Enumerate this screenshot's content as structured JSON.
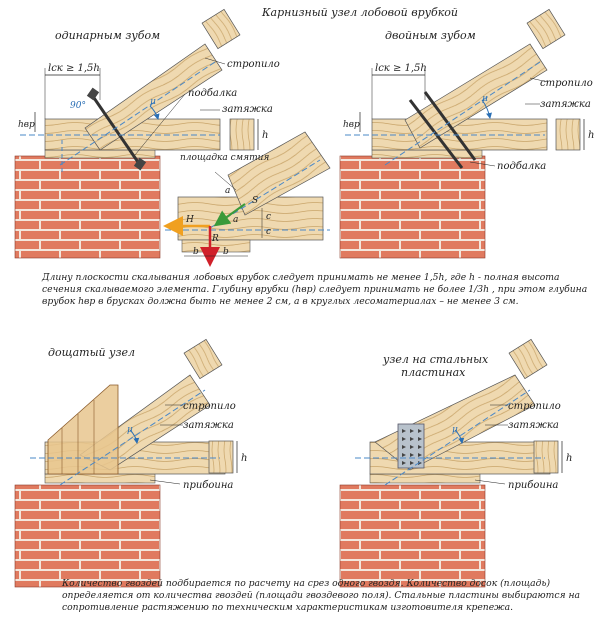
{
  "title": "Карнизный узел лобовой врубкой",
  "panels": {
    "single": {
      "title": "одинарным зубом",
      "dim_length": "lск ≥ 1,5h",
      "angle_90": "90°",
      "h_vr": "hвр",
      "h": "h",
      "mu": "μ",
      "rafter": "стропило",
      "sub_beam": "подбалка",
      "tie": "затяжка"
    },
    "detail": {
      "crush_area": "площадка смятия",
      "a1": "a",
      "a2": "a",
      "S": "S",
      "H": "H",
      "R": "R",
      "c1": "c",
      "c2": "c",
      "b1": "b",
      "b2": "b"
    },
    "double": {
      "title": "двойным зубом",
      "dim_length": "lск ≥ 1,5h",
      "h_vr": "hвр",
      "h": "h",
      "mu": "μ",
      "rafter": "стропило",
      "tie": "затяжка",
      "sub_beam": "подбалка"
    },
    "board": {
      "title": "дощатый узел",
      "rafter": "стропило",
      "tie": "затяжка",
      "mu": "μ",
      "h": "h",
      "pad": "прибоина"
    },
    "steel": {
      "title_line1": "узел на стальных",
      "title_line2": "пластинах",
      "rafter": "стропило",
      "tie": "затяжка",
      "mu": "μ",
      "h": "h",
      "pad": "прибоина"
    }
  },
  "notes": {
    "top": "Длину плоскости скалывания лобовых врубок следует принимать не менее 1,5h, где h - полная высота сечения скалываемого элемента. Глубину врубки (hвр) следует принимать не более 1/3h , при этом глубина врубок hвр в брусках должна быть не менее 2 см, а в круглых лесоматериалах – не менее 3 см.",
    "bottom": "Количество гвоздей подбирается по расчету на срез одного гвоздя. Количество досок (площадь) определяется от количества гвоздей (площади гвоздевого поля). Стальные пластины выбираются на сопротивление растяжению по техническим характеристикам изготовителя крепежа."
  },
  "colors": {
    "wood": "#efd9b0",
    "wood_grain": "#c9a56a",
    "brick": "#e07a5f",
    "mortar": "#f3e6dc",
    "dash_line": "#4a88c7",
    "arrow_H": "#f0a020",
    "arrow_R": "#d0202a",
    "arrow_S": "#3a9a3a"
  }
}
